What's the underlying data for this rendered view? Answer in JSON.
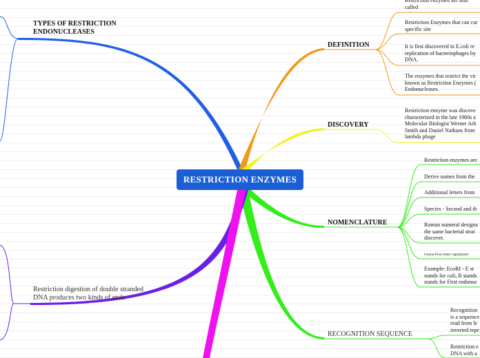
{
  "central": {
    "label": "RESTRICTION ENZYMES"
  },
  "colors": {
    "central_bg": "#1a5fd6",
    "types_branch": "#1f5fe8",
    "definition_branch": "#f29718",
    "discovery_branch": "#f2f21f",
    "nomenclature_branch": "#33ee1a",
    "ends_branch": "#6a1fe8",
    "magenta_branch": "#ee12ee"
  },
  "topics": {
    "types": "TYPES OF RESTRICTION\nENDONUCLEASES",
    "definition": "DEFINITION",
    "discovery": "DISCOVERY",
    "nomenclature": "NOMENCLATURE",
    "recognition": "RECOGNITION SEQUENCE",
    "ends": "Restriction digestion of double stranded\nDNA produces two kinds of ends"
  },
  "definition_items": [
    "Restriction enzymes are also called\nscissors.",
    "Restriction Enzymes that can cut\nspecific site",
    "It is first discovered  in E.coli re\nreplication of bacteriophages by\nDNA.",
    "The enzymes that restrict the vir\nknown as Restriction Enzymes (\nEndonucleases."
  ],
  "discovery_items": [
    "Restriction enzyme was discove\ncharacterized in the late 1960s a\nMolecular Biologist Werner Arb\nSmith and Daniel Nathans from\nlambda phage"
  ],
  "nomenclature_items": [
    "Restriction enzymes are",
    "Derive names from the",
    "Additional letters from",
    "Species - Second and th",
    "Roman numeral designa\nthe same bacterial strai\ndiscover.",
    "Genus-First letter capitalized",
    "Example: EcoRI  -  E st\nstands for coli, R stands\nstands for First endonuc"
  ],
  "recognition_items": [
    "Recognition\nis a sequence\nread from le\ninverted repe",
    "Restriction e\nDNA with a p"
  ]
}
